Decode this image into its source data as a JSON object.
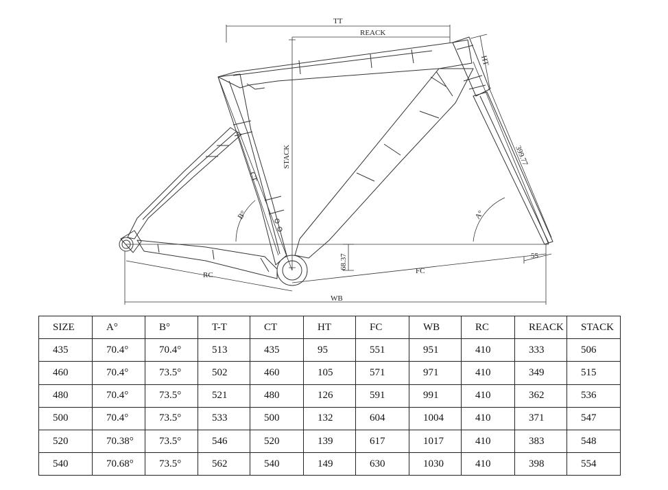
{
  "diagram": {
    "labels": {
      "tt": "TT",
      "reach": "REACK",
      "stack": "STACK",
      "ht": "HT",
      "ct": "CT",
      "fork_length": "399.77",
      "bb_drop": "68.37",
      "offset": "55",
      "seat_angle": "B°",
      "head_angle": "A°",
      "rc": "RC",
      "fc": "FC",
      "wb": "WB"
    }
  },
  "table": {
    "headers": [
      "SIZE",
      "A°",
      "B°",
      "T-T",
      "CT",
      "HT",
      "FC",
      "WB",
      "RC",
      "REACK",
      "STACK"
    ],
    "rows": [
      [
        "435",
        "70.4°",
        "70.4°",
        "513",
        "435",
        "95",
        "551",
        "951",
        "410",
        "333",
        "506"
      ],
      [
        "460",
        "70.4°",
        "73.5°",
        "502",
        "460",
        "105",
        "571",
        "971",
        "410",
        "349",
        "515"
      ],
      [
        "480",
        "70.4°",
        "73.5°",
        "521",
        "480",
        "126",
        "591",
        "991",
        "410",
        "362",
        "536"
      ],
      [
        "500",
        "70.4°",
        "73.5°",
        "533",
        "500",
        "132",
        "604",
        "1004",
        "410",
        "371",
        "547"
      ],
      [
        "520",
        "70.38°",
        "73.5°",
        "546",
        "520",
        "139",
        "617",
        "1017",
        "410",
        "383",
        "548"
      ],
      [
        "540",
        "70.68°",
        "73.5°",
        "562",
        "540",
        "149",
        "630",
        "1030",
        "410",
        "398",
        "554"
      ]
    ]
  }
}
